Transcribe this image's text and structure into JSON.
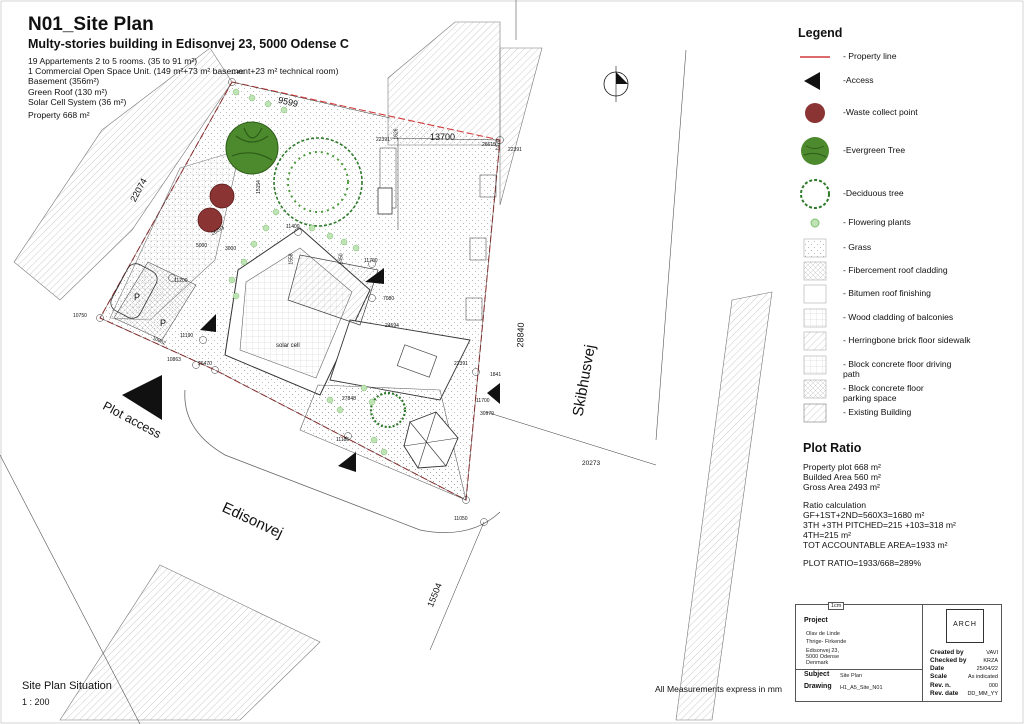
{
  "title": "N01_Site Plan",
  "subtitle": "Multy-stories building in Edisonvej 23, 5000 Odense C",
  "info_lines": [
    "19 Appartements 2 to 5 rooms. (35 to 91 m²)",
    "1 Commercial Open Space Unit. (149 m²+73 m² basement+23 m² technical room)",
    "Basement (356m²)",
    "Green Roof (130 m²)",
    "Solar Cell System (36 m²)"
  ],
  "property": "Property 668 m²",
  "legend": {
    "title": "Legend",
    "items": [
      {
        "label": "- Property line",
        "symbol": "property-line"
      },
      {
        "label": "-Access",
        "symbol": "access"
      },
      {
        "label": "-Waste collect point",
        "symbol": "waste"
      },
      {
        "label": "-Evergreen Tree",
        "symbol": "evergreen"
      },
      {
        "label": "-Deciduous tree",
        "symbol": "deciduous"
      },
      {
        "label": "- Flowering plants",
        "symbol": "flowering"
      },
      {
        "label": "- Grass",
        "symbol": "grass"
      },
      {
        "label": "- Fibercement roof cladding",
        "symbol": "fibercement"
      },
      {
        "label": "- Bitumen roof finishing",
        "symbol": "bitumen"
      },
      {
        "label": "- Wood cladding of balconies",
        "symbol": "wood"
      },
      {
        "label": "- Herringbone brick floor sidewalk",
        "symbol": "herringbone"
      },
      {
        "label": "- Block concrete floor driving path",
        "symbol": "block-driving"
      },
      {
        "label": "- Block concrete floor parking space",
        "symbol": "block-parking"
      },
      {
        "label": "- Existing Building",
        "symbol": "existing"
      }
    ]
  },
  "plot_ratio": {
    "title": "Plot Ratio",
    "lines": [
      "Property plot 668 m²",
      "Builded Area 560 m²",
      "Gross Area 2493 m²"
    ],
    "calc": [
      "Ratio calculation",
      "GF+1ST+2ND=560X3=1680 m²",
      "3TH +3TH PITCHED=215 +103=318 m²",
      "4TH=215 m²",
      "TOT ACCOUNTABLE AREA=1933 m²"
    ],
    "result": "PLOT RATIO=1933/668=289%"
  },
  "title_block": {
    "project_label": "Project",
    "project_lines": [
      "Olav de Linde",
      "Thrige- Firkende",
      "Edisonvej 23,",
      "5000 Odense",
      "Denmark"
    ],
    "subject_label": "Subject",
    "subject": "Site Plan",
    "drawing_label": "Drawing",
    "drawing": "H1_A5_Site_N01",
    "logo": "ARCH",
    "scale_bar": "1cm",
    "fields": [
      {
        "label": "Created by",
        "value": "VAVI"
      },
      {
        "label": "Checked by",
        "value": "KRZA"
      },
      {
        "label": "Date",
        "value": "25/04/22"
      },
      {
        "label": "Scale",
        "value": "As indicated"
      },
      {
        "label": "Rev. n.",
        "value": "000"
      },
      {
        "label": "Rev. date",
        "value": "DD_MM_YY"
      }
    ]
  },
  "situation": "Site Plan Situation",
  "scale": "1 : 200",
  "measure_note": "All Measurements express in mm",
  "roads": {
    "edisonvej": "Edisonvej",
    "skibhusvej": "Skibhusvej",
    "plot_access": "Plot access"
  },
  "dimensions": {
    "d22074": "22074",
    "d9599": "9599",
    "d13700": "13700",
    "d26615": "26615",
    "d22391a": "22391",
    "d22391b": "22391",
    "d22391c": "22391",
    "d28840": "28840",
    "d20273": "20273",
    "d15504": "15504",
    "d11400a": "11400",
    "d11400b": "11400",
    "d11700a": "11700",
    "d11700b": "11700",
    "d11200": "11200",
    "d11190": "11190",
    "d10750": "10750",
    "d10863": "10863",
    "d10862": "10862",
    "d11185": "11185",
    "d11050": "11050",
    "d26470": "26470",
    "d27848": "27848",
    "d24594": "24594",
    "d30979": "30979",
    "d1841": "1841",
    "d7080": "7080",
    "d26293": "26293",
    "d5000": "5000",
    "d3000": "3000",
    "d1470": "1470",
    "d1450": "1450",
    "d1558": "1558",
    "d15154": "15154",
    "d1626": "1626"
  },
  "parking_mark": "P",
  "solar_label": "solar cell"
}
